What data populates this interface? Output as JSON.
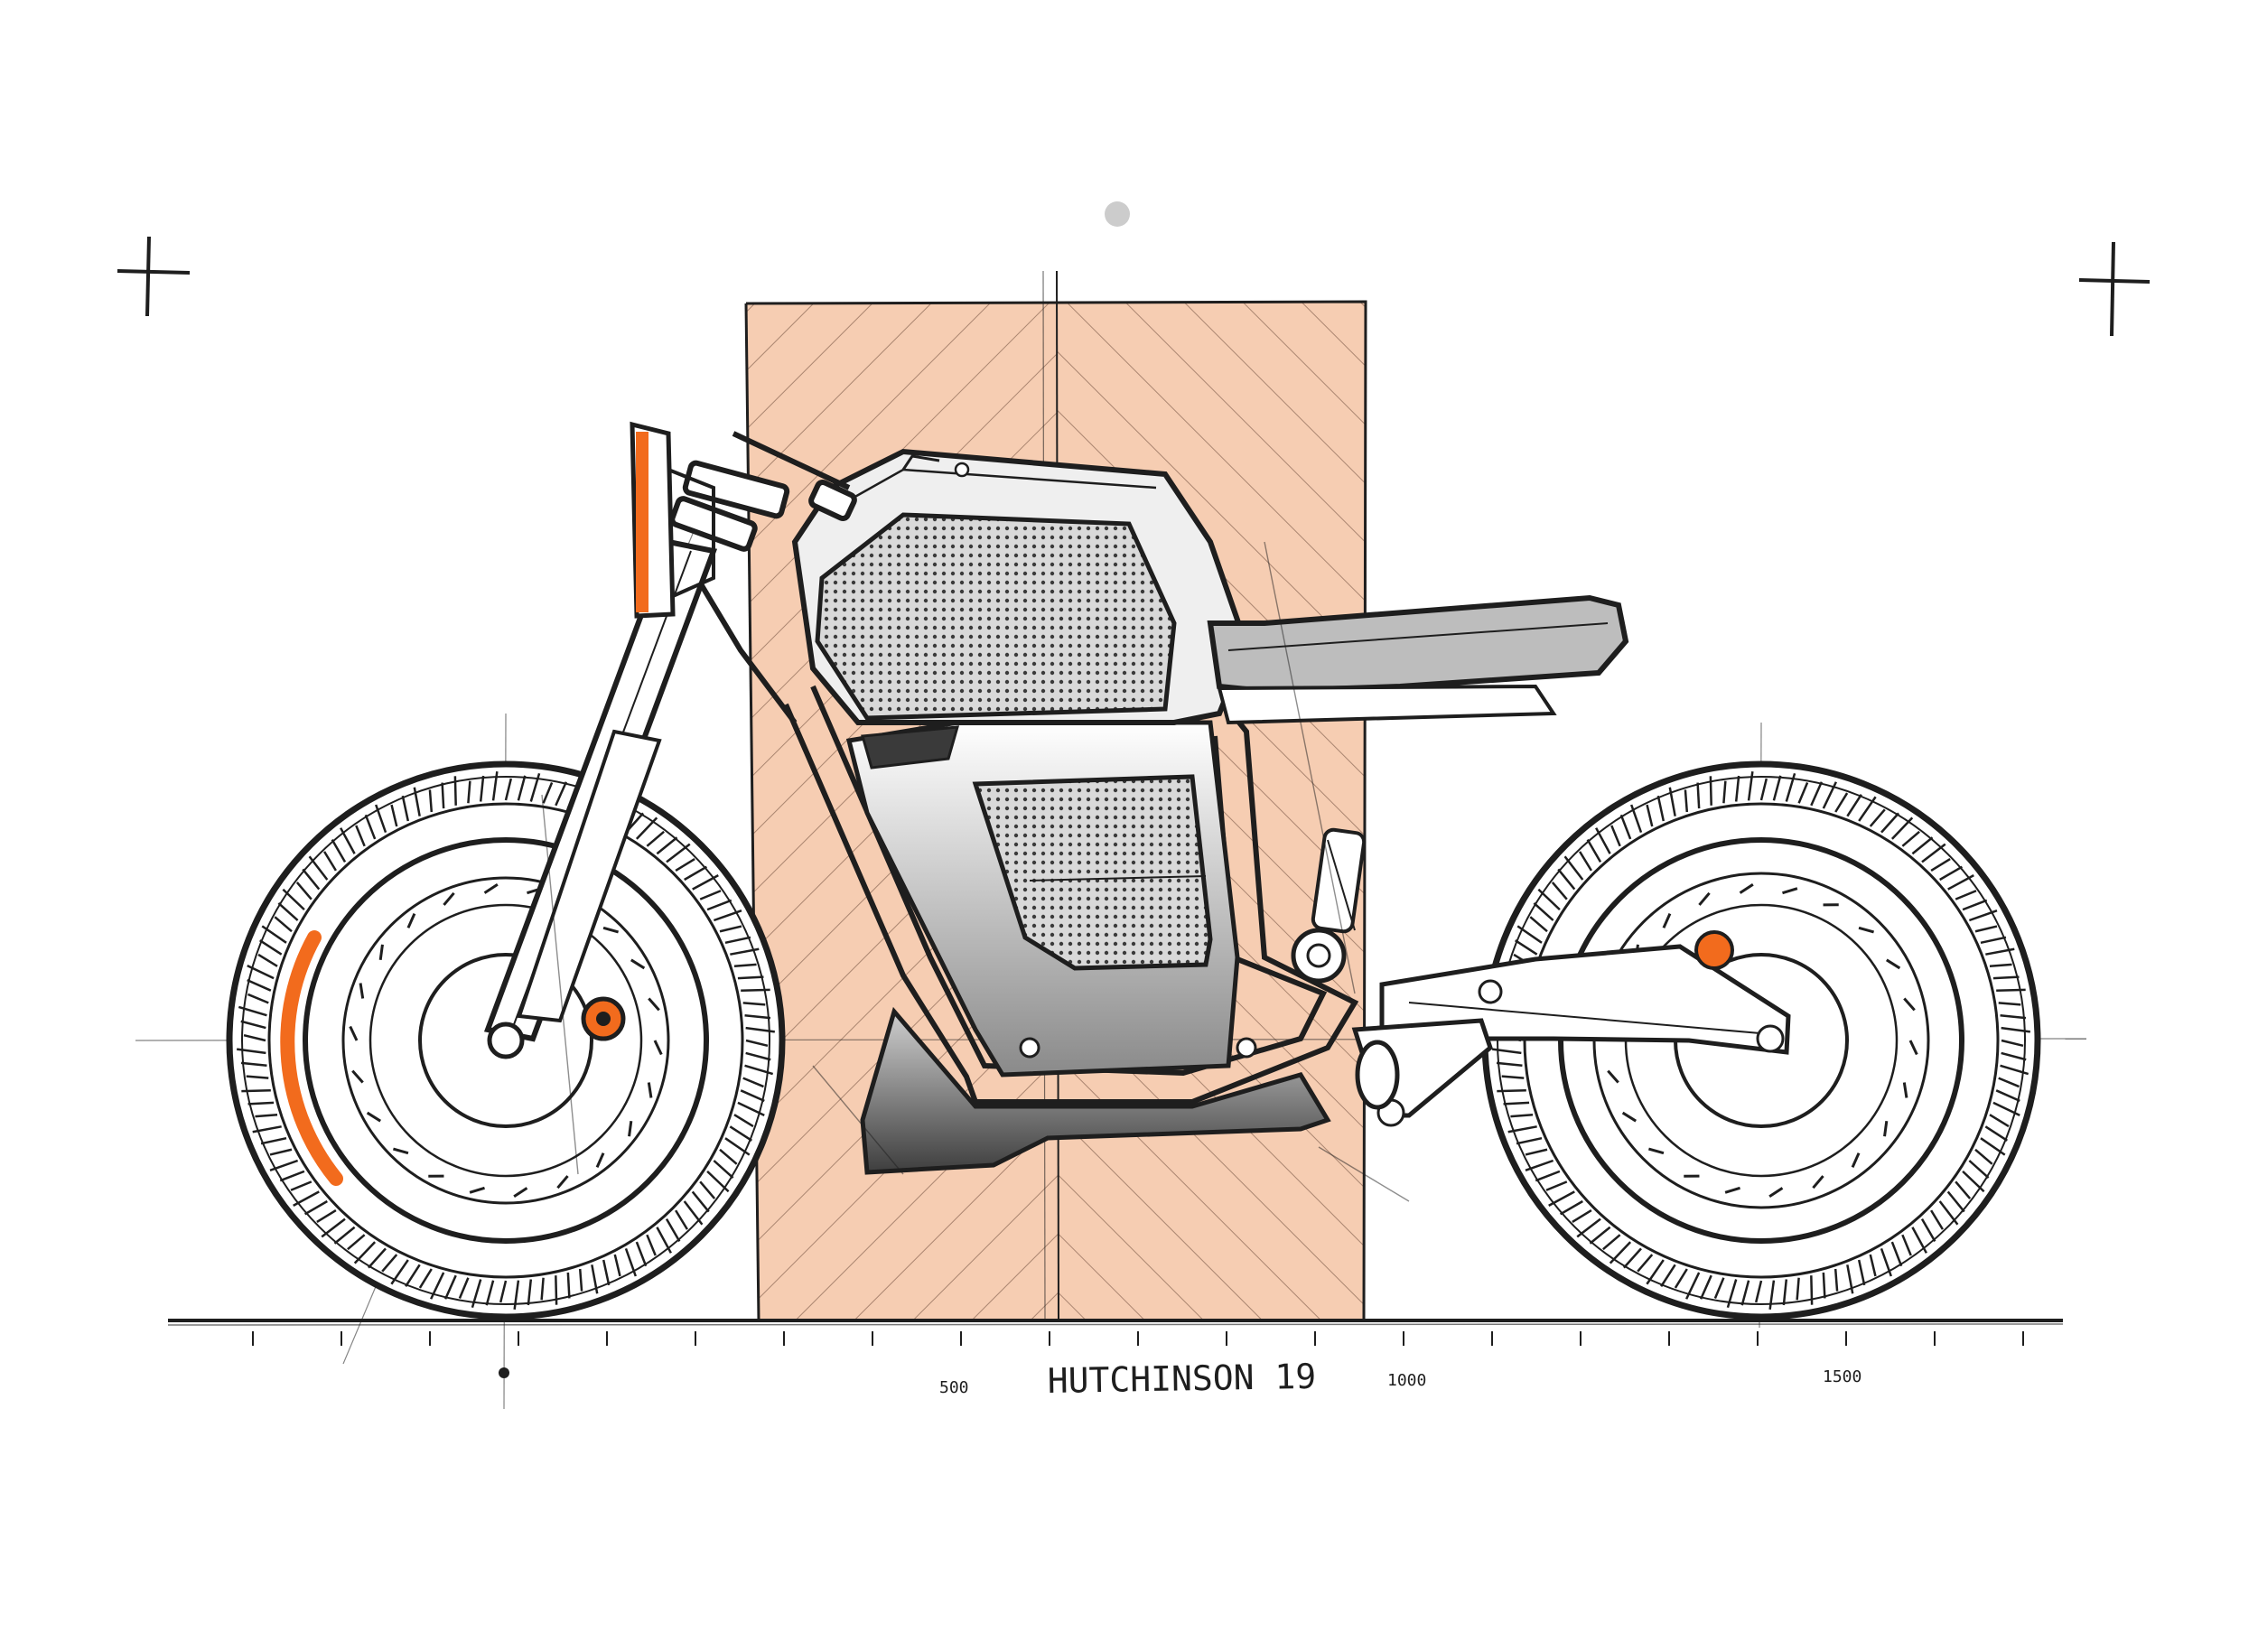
{
  "drawing": {
    "signature": "HUTCHINSON 19",
    "scale_labels": [
      "500",
      "1000",
      "1500"
    ]
  },
  "colors": {
    "ink": "#1e1e1e",
    "zone_fill": "#f6cdb2",
    "accent": "#f26b1d",
    "panel_grey": "#bdbdbd",
    "dark_grey": "#4a4a4a"
  }
}
